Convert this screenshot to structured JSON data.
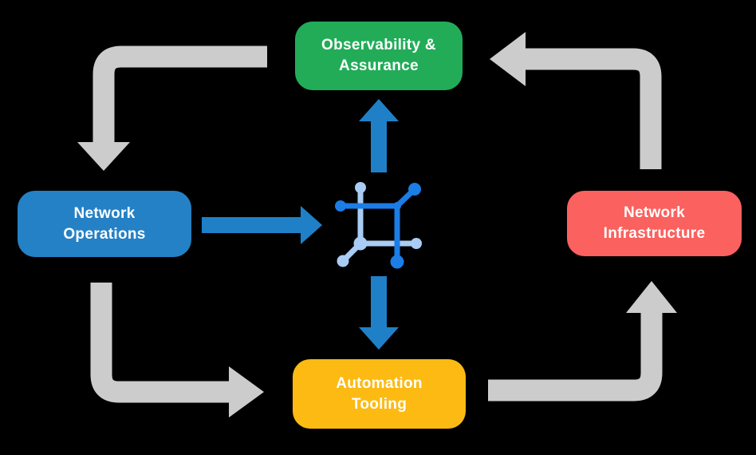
{
  "nodes": {
    "observability": {
      "label": "Observability & Assurance",
      "lines": [
        "Observability &",
        "Assurance"
      ],
      "color": "#22AC58"
    },
    "operations": {
      "label": "Network Operations",
      "lines": [
        "Network",
        "Operations"
      ],
      "color": "#2581C5"
    },
    "infrastructure": {
      "label": "Network Infrastructure",
      "lines": [
        "Network",
        "Infrastructure"
      ],
      "color": "#FB615E"
    },
    "automation": {
      "label": "Automation Tooling",
      "lines": [
        "Automation",
        "Tooling"
      ],
      "color": "#FCBA12"
    }
  },
  "icon": {
    "name": "network-automation-icon",
    "dark": "#1B7DE5",
    "light": "#A9CCF4"
  },
  "colors": {
    "background": "#000000",
    "text": "#FFFFFF",
    "cycle_arrow": "#CCCCCC",
    "data_arrow": "#1F80C8"
  }
}
